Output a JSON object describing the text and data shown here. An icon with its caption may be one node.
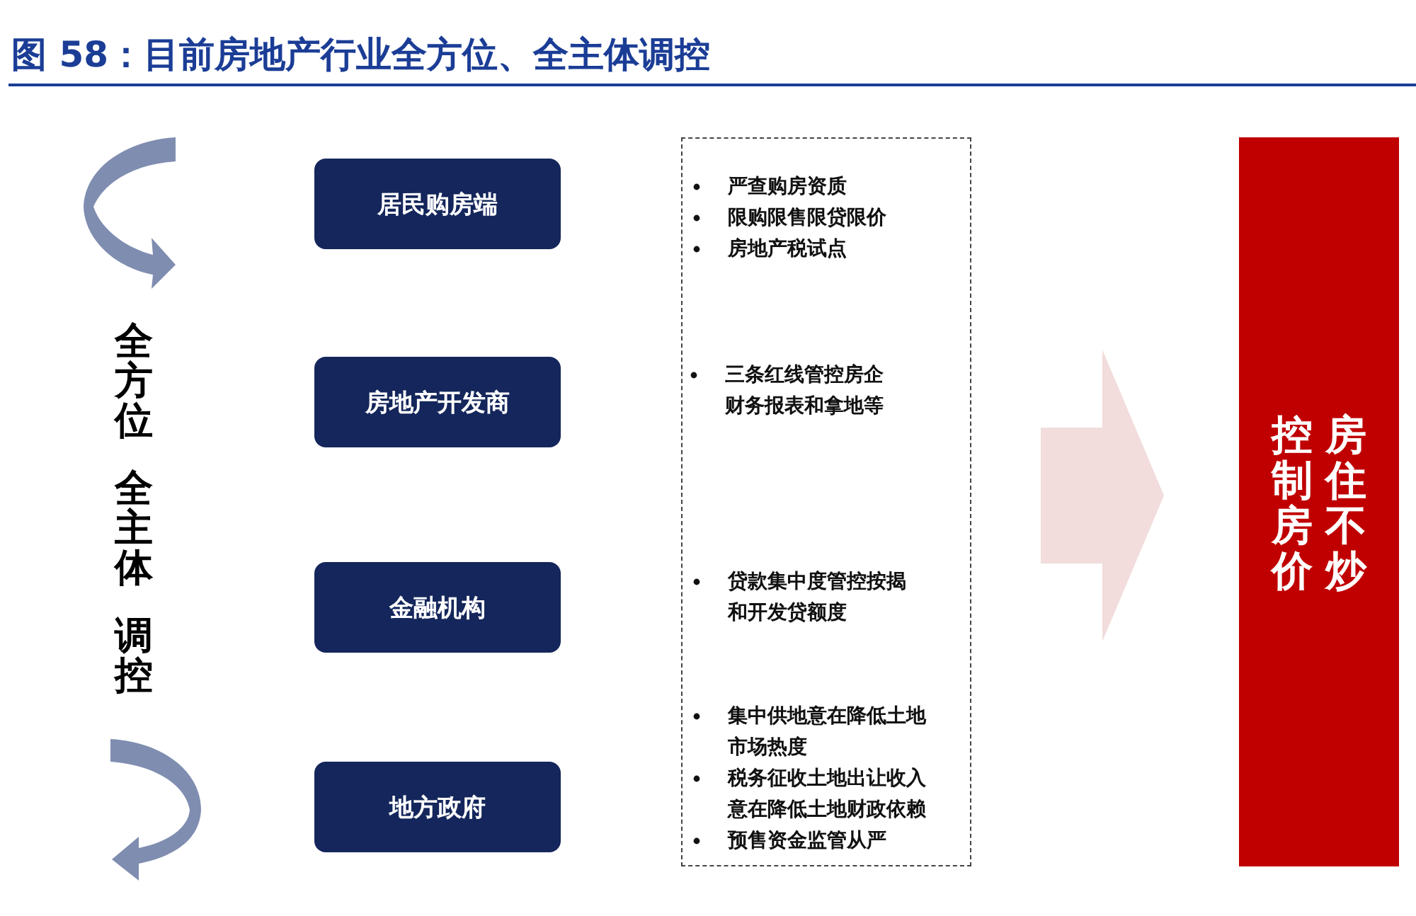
{
  "diagram": {
    "title": "图 58：目前房地产行业全方位、全主体调控",
    "nodes": [
      {
        "text": [
          "居民购房端"
        ]
      },
      {
        "text": [
          "房地产开发商"
        ]
      },
      {
        "text": [
          "金融机构"
        ]
      },
      {
        "text": [
          "地方政府"
        ]
      },
      {
        "text": [
          "严查购房资质",
          "限购限售限贷限价",
          "房地产税试点",
          "三条红线管控房企财务报表和拿地等",
          "贷款集中度管控按揭和开发贷额度",
          "集中供地意在降低土地市场热度",
          "税务征收土地出让收入意在降低土地财政依赖",
          "预售资金监管从严"
        ]
      },
      {
        "text": [
          "控制房价",
          "房住不炒"
        ]
      }
    ],
    "edges": [
      {
        "from": 4,
        "to": 5,
        "arrow": "to"
      }
    ],
    "labels": [
      "全方位",
      "全主体",
      "调控"
    ]
  }
}
